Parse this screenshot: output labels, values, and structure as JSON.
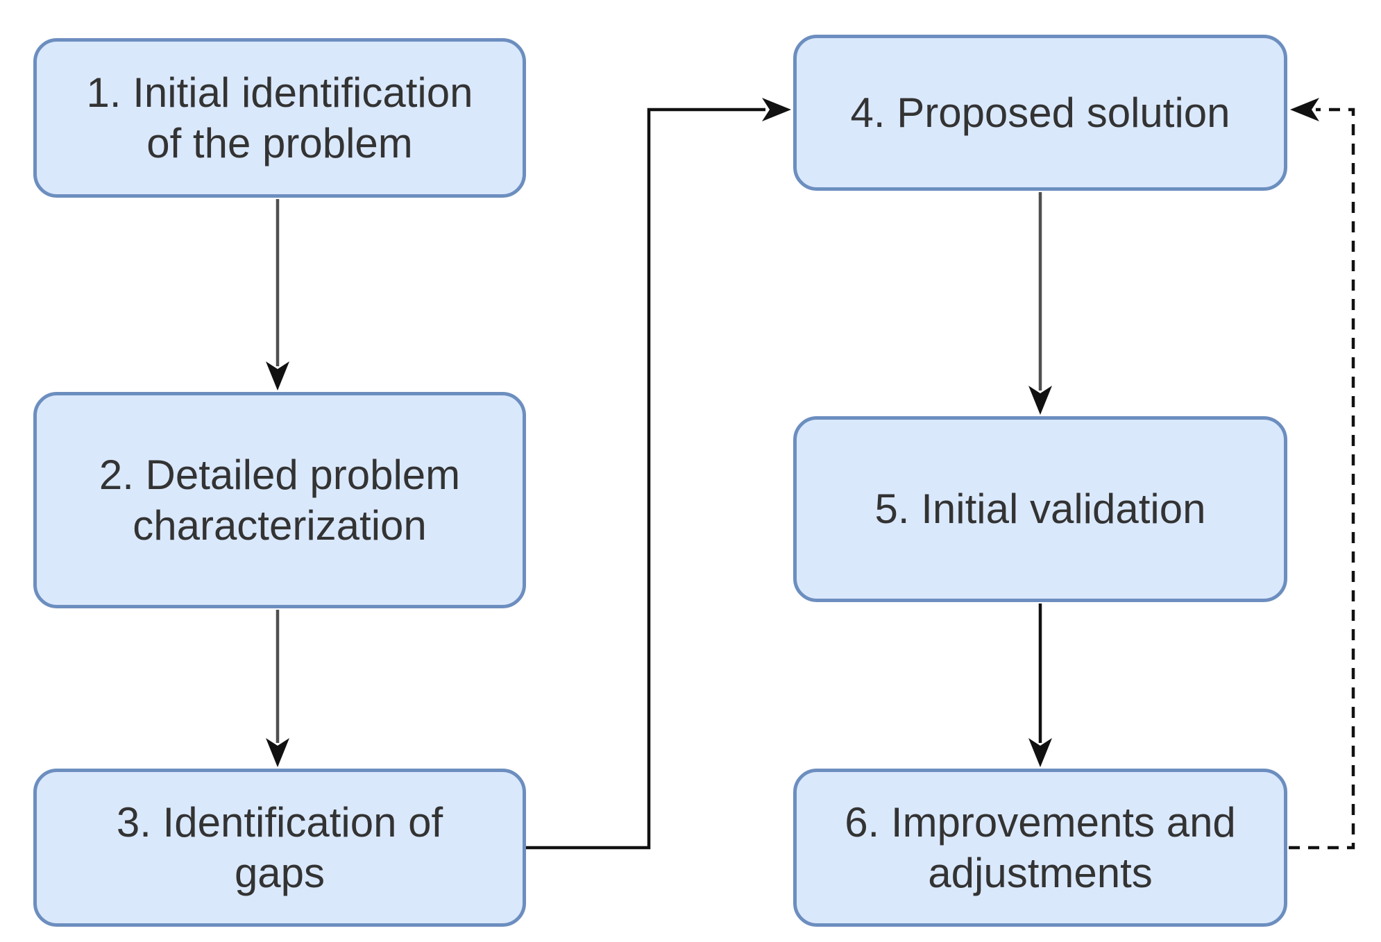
{
  "theme": {
    "background": "#ffffff",
    "node_fill": "#dae8fc",
    "node_stroke": "#6c8ebf",
    "text_color": "#333333",
    "arrow_color": "#111111",
    "arrow_soft_color": "#4f4f4f",
    "arrowhead_color": "#111111"
  },
  "nodes": [
    {
      "id": "step1",
      "label": "1. Initial identification\nof the problem"
    },
    {
      "id": "step2",
      "label": "2. Detailed problem\ncharacterization"
    },
    {
      "id": "step3",
      "label": "3. Identification of\ngaps"
    },
    {
      "id": "step4",
      "label": "4. Proposed solution"
    },
    {
      "id": "step5",
      "label": "5. Initial validation"
    },
    {
      "id": "step6",
      "label": "6. Improvements and\nadjustments"
    }
  ],
  "edges": [
    {
      "from": "step1",
      "to": "step2",
      "style": "solid"
    },
    {
      "from": "step2",
      "to": "step3",
      "style": "solid"
    },
    {
      "from": "step3",
      "to": "step4",
      "style": "solid"
    },
    {
      "from": "step4",
      "to": "step5",
      "style": "solid"
    },
    {
      "from": "step5",
      "to": "step6",
      "style": "solid"
    },
    {
      "from": "step6",
      "to": "step4",
      "style": "dashed"
    }
  ]
}
